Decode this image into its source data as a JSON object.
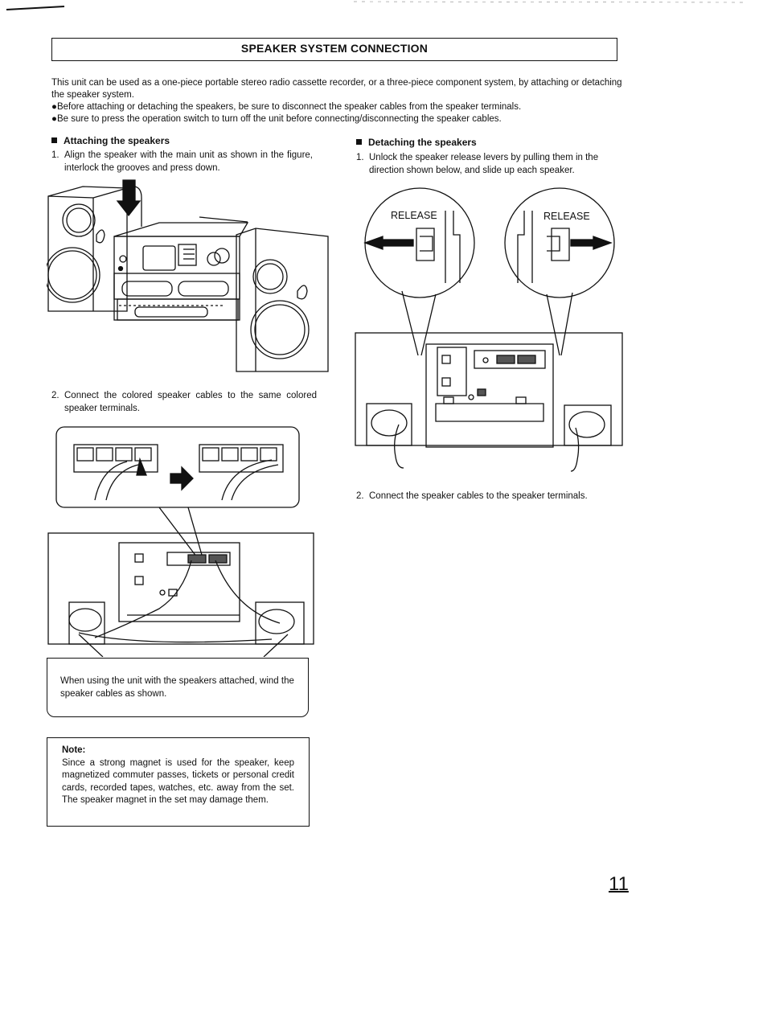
{
  "header": {
    "title": "SPEAKER SYSTEM CONNECTION"
  },
  "intro": {
    "paragraph": "This unit can be used as a one-piece portable stereo radio cassette recorder, or a three-piece component system, by attaching or detaching the speaker system.",
    "bullet1": "●Before attaching or detaching the speakers, be sure to disconnect the speaker cables from the speaker terminals.",
    "bullet2": "●Be sure to press the operation switch to turn off the unit before connecting/disconnecting the speaker cables."
  },
  "attaching": {
    "heading": "Attaching the speakers",
    "step1_num": "1.",
    "step1_text": "Align the speaker with the main unit as shown in the figure, interlock the grooves and press down.",
    "step2_num": "2.",
    "step2_text": "Connect the colored speaker cables to the same colored speaker terminals.",
    "caption": "When using the unit with the speakers attached, wind the speaker cables as shown."
  },
  "detaching": {
    "heading": "Detaching the speakers",
    "step1_num": "1.",
    "step1_text": "Unlock the speaker release levers by pulling them in the direction shown below, and slide up each speaker.",
    "release_left": "RELEASE",
    "release_right": "RELEASE",
    "step2_num": "2.",
    "step2_text": "Connect the speaker cables to the speaker terminals."
  },
  "note": {
    "title": "Note:",
    "text": "Since a strong magnet is used for the speaker, keep magnetized commuter passes, tickets or personal credit cards, recorded tapes, watches, etc. away from the set. The speaker magnet in the set may damage them."
  },
  "page_number": "11"
}
